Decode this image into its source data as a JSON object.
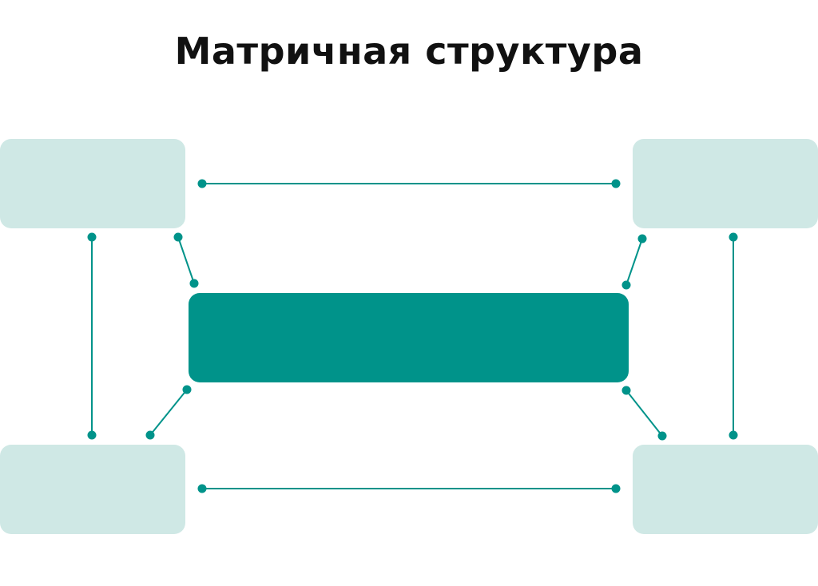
{
  "title": "Матричная структура",
  "colors": {
    "accent": "#00938a",
    "light_block": "#cfe8e5",
    "background": "#ffffff",
    "title_text": "#111111"
  },
  "blocks": [
    {
      "id": "top-left-block",
      "style": "light",
      "label": ""
    },
    {
      "id": "top-right-block",
      "style": "light",
      "label": ""
    },
    {
      "id": "bottom-left-block",
      "style": "light",
      "label": ""
    },
    {
      "id": "bottom-right-block",
      "style": "light",
      "label": ""
    },
    {
      "id": "center-block",
      "style": "dark",
      "label": ""
    }
  ],
  "connections": [
    {
      "from": "top-left-block",
      "to": "top-right-block"
    },
    {
      "from": "bottom-left-block",
      "to": "bottom-right-block"
    },
    {
      "from": "top-left-block",
      "to": "bottom-left-block"
    },
    {
      "from": "top-right-block",
      "to": "bottom-right-block"
    },
    {
      "from": "top-left-block",
      "to": "center-block"
    },
    {
      "from": "top-right-block",
      "to": "center-block"
    },
    {
      "from": "bottom-left-block",
      "to": "center-block"
    },
    {
      "from": "bottom-right-block",
      "to": "center-block"
    }
  ]
}
